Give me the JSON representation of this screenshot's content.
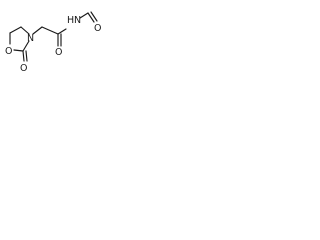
{
  "molecule": {
    "atoms": {
      "ring_oxygen": "O",
      "ring_nitrogen": "N",
      "carbonyl_oxygen_ring": "O",
      "carbonyl_oxygen_amide": "O",
      "amide_nitrogen": "N",
      "amide_hydrogen": "H",
      "formyl_oxygen": "O"
    }
  }
}
